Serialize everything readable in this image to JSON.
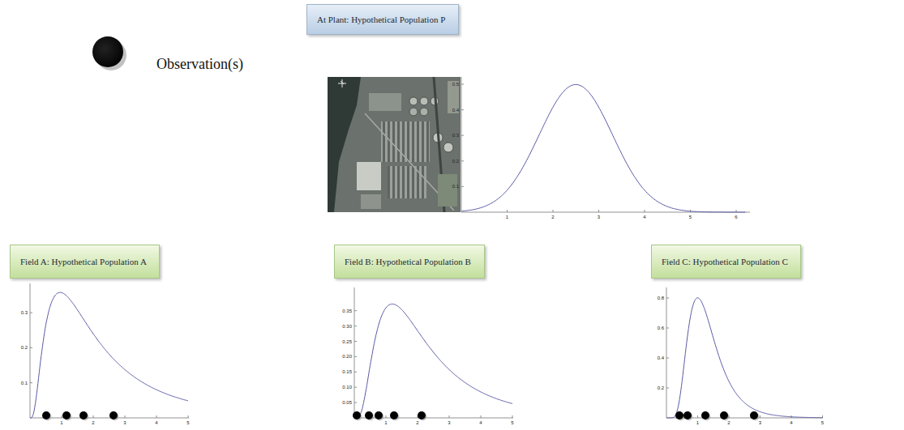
{
  "diagram": {
    "nodes": [
      {
        "text": [
          "At Plant: Hypothetical Population P"
        ]
      },
      {
        "text": [
          "Field A: Hypothetical Population A"
        ]
      },
      {
        "text": [
          "Field B: Hypothetical Population B"
        ]
      },
      {
        "text": [
          "Field C: Hypothetical Population C"
        ]
      }
    ],
    "labels": [
      "0.1",
      "0.2",
      "0.3",
      "0.4",
      "0.5",
      "1",
      "2",
      "3",
      "4",
      "5",
      "6",
      "0.1",
      "0.2",
      "0.3",
      "1",
      "2",
      "3",
      "4",
      "5",
      "0.05",
      "0.10",
      "0.15",
      "0.20",
      "0.25",
      "0.30",
      "0.35",
      "1",
      "2",
      "3",
      "4",
      "5",
      "0.2",
      "0.4",
      "0.6",
      "0.8",
      "1",
      "2",
      "3",
      "4",
      "5"
    ],
    "legend": [
      {
        "text": "Observation(s)"
      }
    ]
  }
}
